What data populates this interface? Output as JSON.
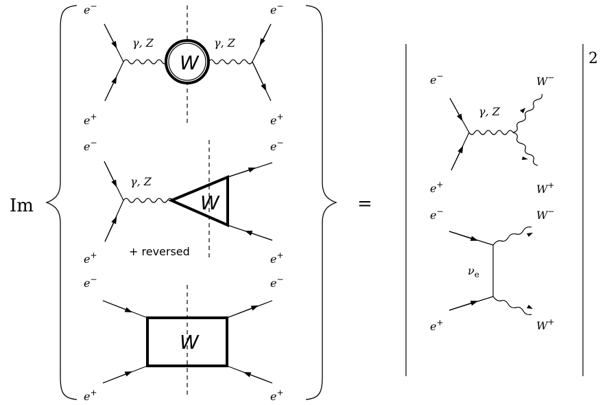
{
  "equation": {
    "im_label": "Im",
    "equals": "=",
    "power": "2",
    "reversed_note": "+ reversed"
  },
  "particles": {
    "electron": "e",
    "positron": "e",
    "minus": "−",
    "plus": "+",
    "boson_photon_z": "γ, Z",
    "w_loop": "W",
    "w_boson": "W",
    "neutrino": "ν",
    "neutrino_sub": "e"
  }
}
